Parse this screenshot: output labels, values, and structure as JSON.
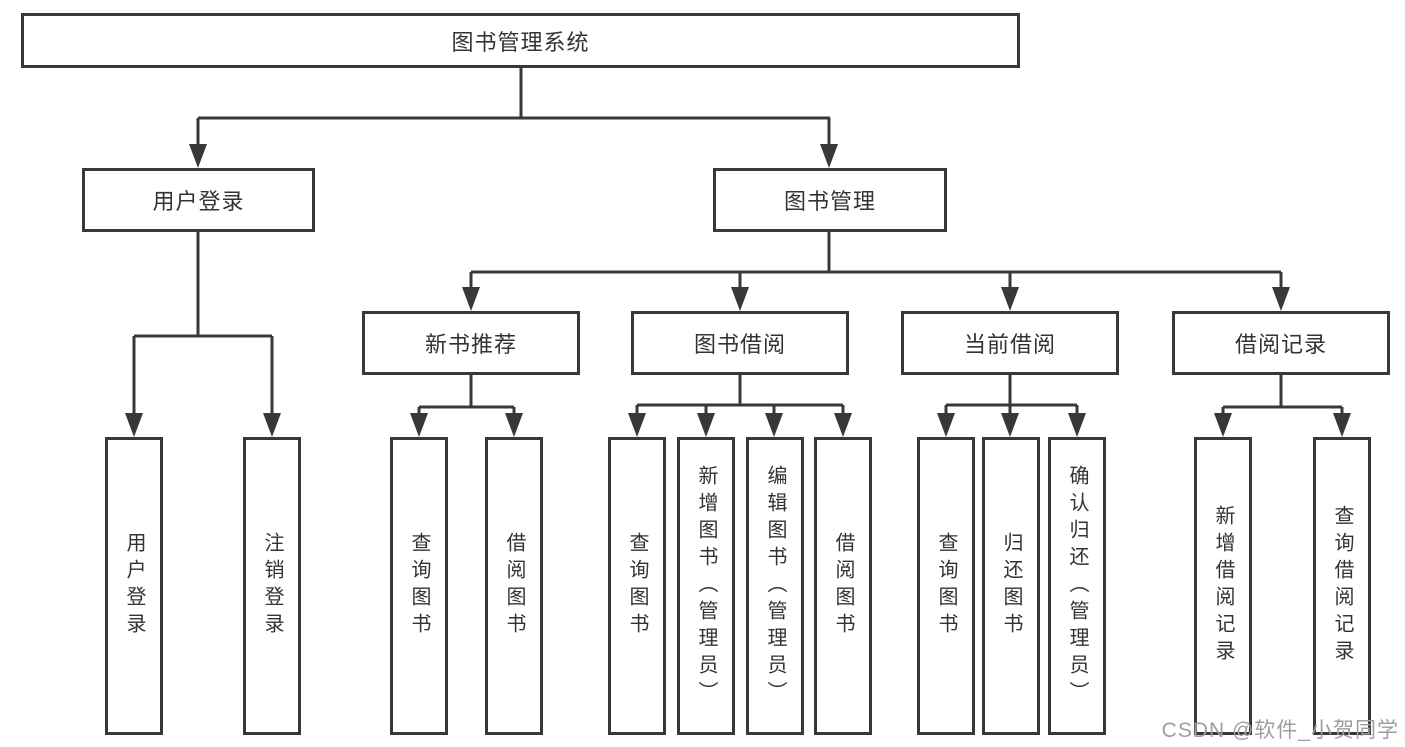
{
  "nodes": {
    "root": "图书管理系统",
    "user_login": "用户登录",
    "book_management": "图书管理",
    "new_book_recommend": "新书推荐",
    "book_borrow": "图书借阅",
    "current_borrow": "当前借阅",
    "borrow_record": "借阅记录",
    "leaf_user_login": "用户登录",
    "leaf_logout": "注销登录",
    "leaf_nbr_query": "查询图书",
    "leaf_nbr_borrow": "借阅图书",
    "leaf_bb_query": "查询图书",
    "leaf_bb_add": "新增图书（管理员）",
    "leaf_bb_edit": "编辑图书（管理员）",
    "leaf_bb_borrow": "借阅图书",
    "leaf_cb_query": "查询图书",
    "leaf_cb_return": "归还图书",
    "leaf_cb_confirm": "确认归还（管理员）",
    "leaf_br_add": "新增借阅记录",
    "leaf_br_query": "查询借阅记录"
  },
  "watermark": "CSDN @软件_小贺同学",
  "colors": {
    "line": "#383838",
    "text": "#333333",
    "watermark": "#9e9e9e",
    "background": "#ffffff"
  }
}
